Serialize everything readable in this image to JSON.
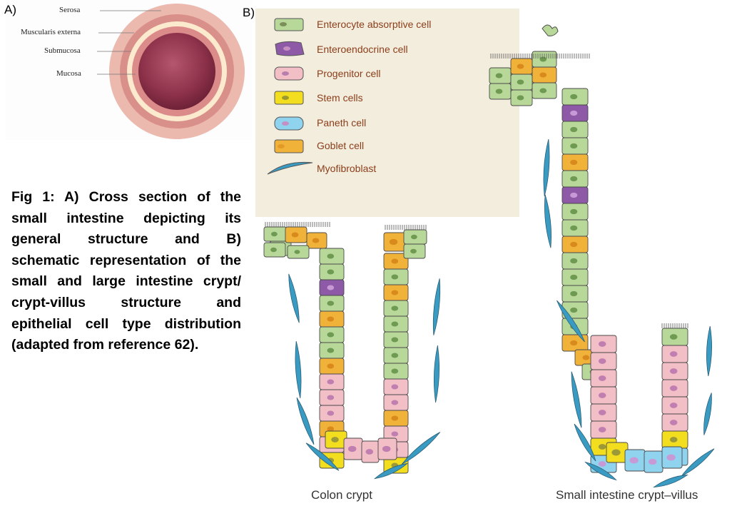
{
  "panel_a": {
    "label": "A)",
    "layers": [
      "Serosa",
      "Muscularis externa",
      "Submucosa",
      "Mucosa"
    ]
  },
  "panel_b": {
    "label": "B)",
    "legend": [
      {
        "label": "Enterocyte absorptive cell",
        "color": "#b8d89a"
      },
      {
        "label": "Enteroendocrine cell",
        "color": "#8e5aa8"
      },
      {
        "label": "Progenitor cell",
        "color": "#f2bfc6"
      },
      {
        "label": "Stem cells",
        "color": "#f2de1e"
      },
      {
        "label": "Paneth cell",
        "color": "#8fd3ef"
      },
      {
        "label": "Goblet cell",
        "color": "#f1b23a"
      },
      {
        "label": "Myofibroblast",
        "color": "#3a9bc2"
      }
    ],
    "colon_label": "Colon crypt",
    "small_intestine_label": "Small intestine crypt–villus"
  },
  "caption": "Fig 1: A)  Cross section of the small intestine depicting its general structure and B) schematic representation of the small and large intestine crypt/ crypt-villus structure and epithelial cell type distribution (adapted from reference 62)."
}
